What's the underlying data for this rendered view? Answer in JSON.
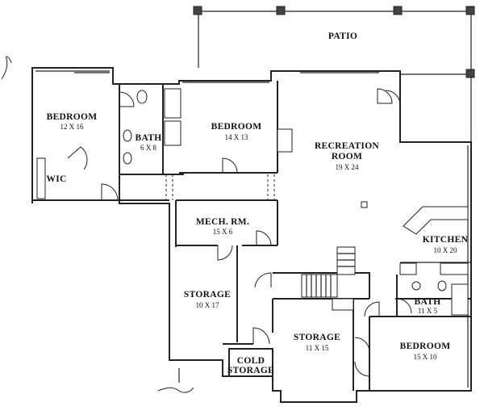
{
  "plan": {
    "rooms": [
      {
        "id": "patio",
        "name": "PATIO",
        "dims": ""
      },
      {
        "id": "bedroom-1",
        "name": "BEDROOM",
        "dims": "12 X 16"
      },
      {
        "id": "bath-1",
        "name": "BATH",
        "dims": "6 X 8"
      },
      {
        "id": "wic",
        "name": "WIC",
        "dims": ""
      },
      {
        "id": "bedroom-2",
        "name": "BEDROOM",
        "dims": "14 X 13"
      },
      {
        "id": "recreation",
        "name": "RECREATION",
        "name2": "ROOM",
        "dims": "19 X 24"
      },
      {
        "id": "mech",
        "name": "MECH. RM.",
        "dims": "15 X 6"
      },
      {
        "id": "kitchen",
        "name": "KITCHEN",
        "dims": "10 X 20"
      },
      {
        "id": "storage-1",
        "name": "STORAGE",
        "dims": "10 X 17"
      },
      {
        "id": "bath-2",
        "name": "BATH",
        "dims": "11 X 5"
      },
      {
        "id": "storage-2",
        "name": "STORAGE",
        "dims": "11 X 15"
      },
      {
        "id": "bedroom-3",
        "name": "BEDROOM",
        "dims": "15 X 10"
      },
      {
        "id": "cold-storage",
        "name": "COLD",
        "name2": "STORAGE",
        "dims": ""
      }
    ]
  }
}
